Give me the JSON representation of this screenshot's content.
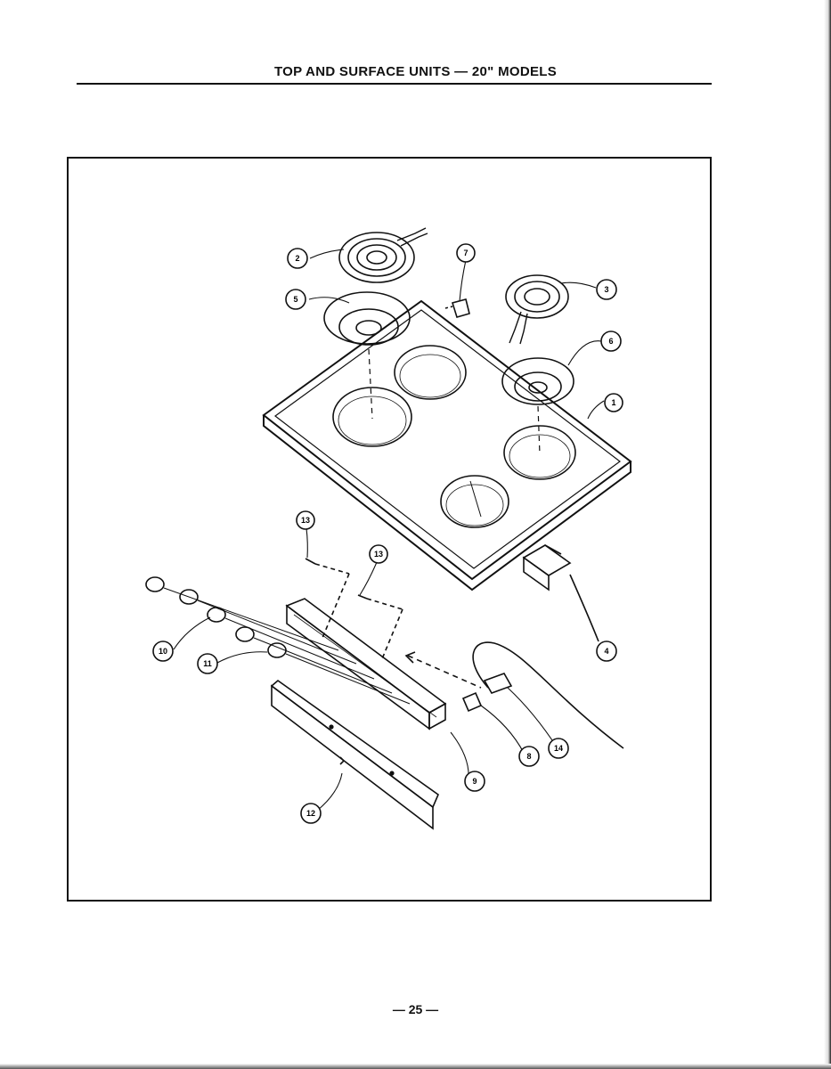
{
  "page": {
    "title": "TOP AND SURFACE UNITS — 20\" MODELS",
    "page_number": "— 25 —"
  },
  "callouts": {
    "c1": "1",
    "c2": "2",
    "c3": "3",
    "c4": "4",
    "c5": "5",
    "c6": "6",
    "c7": "7",
    "c8": "8",
    "c9": "9",
    "c10": "10",
    "c11": "11",
    "c12": "12",
    "c13a": "13",
    "c13b": "13",
    "c14": "14"
  }
}
